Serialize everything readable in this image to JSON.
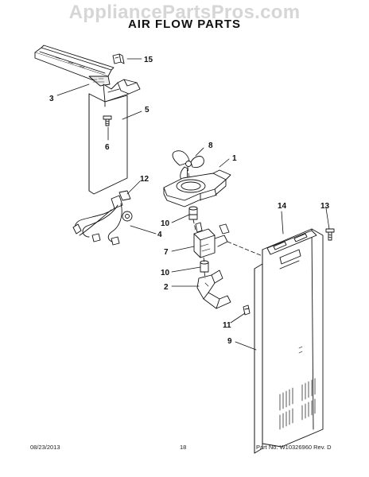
{
  "watermark": "AppliancePartsPros.com",
  "title": "AIR FLOW PARTS",
  "callouts": [
    {
      "id": "c15",
      "label": "15"
    },
    {
      "id": "c3",
      "label": "3"
    },
    {
      "id": "c5",
      "label": "5"
    },
    {
      "id": "c6",
      "label": "6"
    },
    {
      "id": "c8",
      "label": "8"
    },
    {
      "id": "c1",
      "label": "1"
    },
    {
      "id": "c12",
      "label": "12"
    },
    {
      "id": "c4",
      "label": "4"
    },
    {
      "id": "c10a",
      "label": "10"
    },
    {
      "id": "c14",
      "label": "14"
    },
    {
      "id": "c13",
      "label": "13"
    },
    {
      "id": "c7",
      "label": "7"
    },
    {
      "id": "c10b",
      "label": "10"
    },
    {
      "id": "c2",
      "label": "2"
    },
    {
      "id": "c11",
      "label": "11"
    },
    {
      "id": "c9",
      "label": "9"
    }
  ],
  "footer": {
    "date": "08/23/2013",
    "page": "18",
    "part_no": "Part No. W10326960  Rev. D"
  }
}
